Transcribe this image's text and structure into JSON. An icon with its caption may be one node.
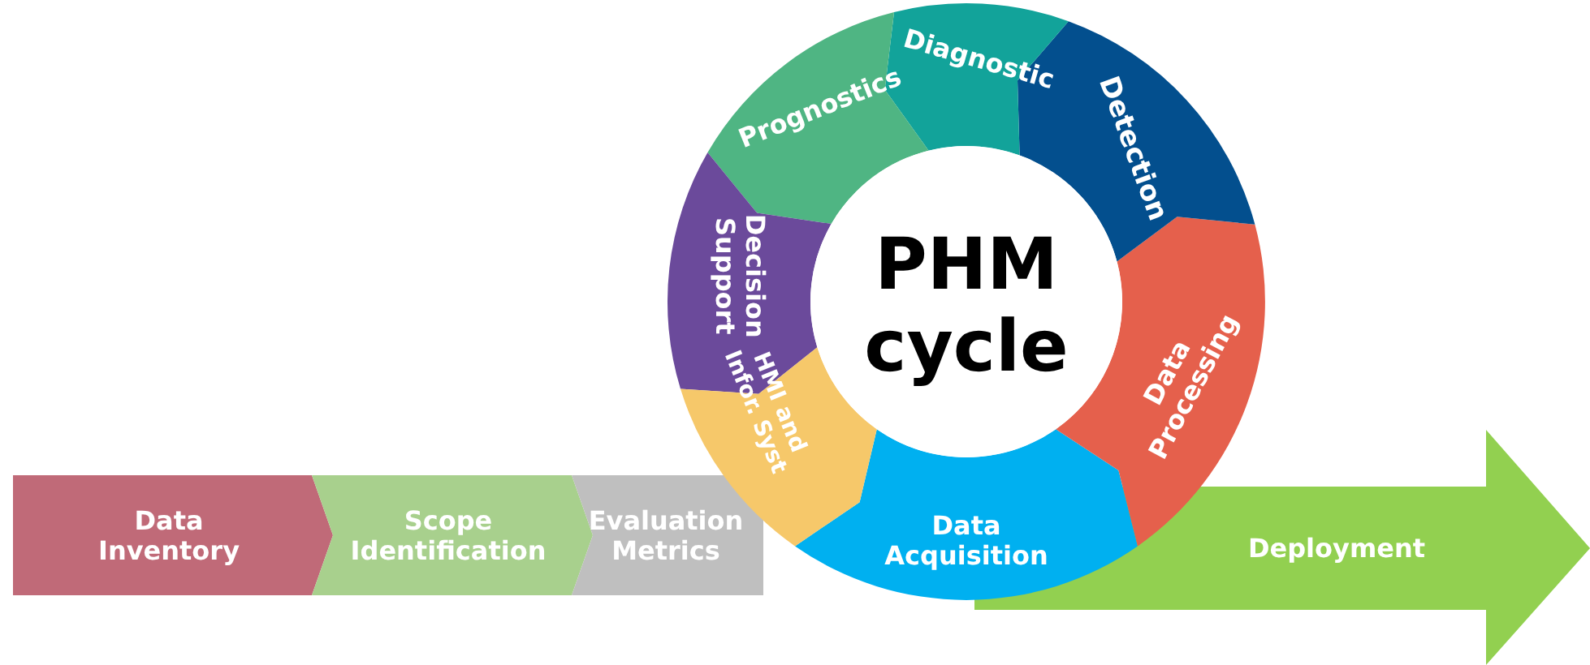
{
  "diagram": {
    "nodes": [
      {
        "text": [
          "Data Inventory"
        ]
      },
      {
        "text": [
          "Scope Identification"
        ]
      },
      {
        "text": [
          "Evaluation Metrics"
        ]
      },
      {
        "text": [
          "Data Acquisition"
        ]
      },
      {
        "text": [
          "Data Processing"
        ]
      },
      {
        "text": [
          "Detection"
        ]
      },
      {
        "text": [
          "Diagnostic"
        ]
      },
      {
        "text": [
          "Prognostics"
        ]
      },
      {
        "text": [
          "Decision Support"
        ]
      },
      {
        "text": [
          "HMI and Infor. Syst"
        ]
      },
      {
        "text": [
          "PHM cycle"
        ]
      },
      {
        "text": [
          "Deployment"
        ]
      }
    ]
  }
}
